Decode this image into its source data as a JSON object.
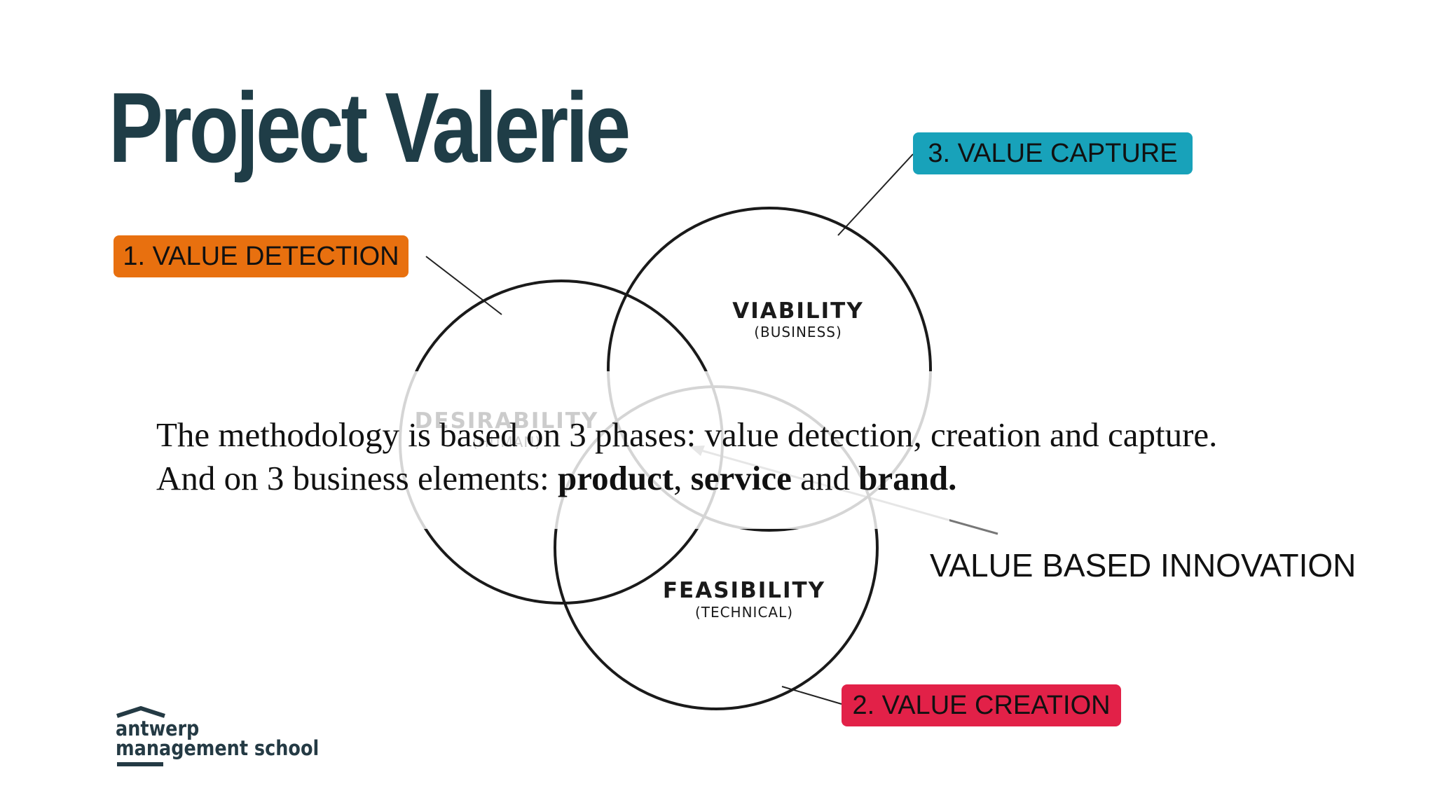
{
  "slide": {
    "title": "Project Valerie",
    "phases": {
      "detection": {
        "label": "1. VALUE DETECTION",
        "color": "#e8700f"
      },
      "creation": {
        "label": "2. VALUE CREATION",
        "color": "#e22148"
      },
      "capture": {
        "label": "3. VALUE CAPTURE",
        "color": "#18a2ba"
      }
    },
    "venn": {
      "viability": {
        "title": "VIABILITY",
        "subtitle": "(BUSINESS)"
      },
      "desirability": {
        "title": "DESIRABILITY",
        "subtitle": "(HUMAN)"
      },
      "feasibility": {
        "title": "FEASIBILITY",
        "subtitle": "(TECHNICAL)"
      }
    },
    "center_label": "VALUE BASED INNOVATION",
    "body": {
      "line1": "The methodology is based on 3 phases: value detection, creation and capture.",
      "line2_prefix": "And on 3 business elements: ",
      "product": "product",
      "comma": ", ",
      "service": "service",
      "and": " and ",
      "brand": "brand."
    },
    "logo": {
      "line1": "antwerp",
      "line2": "management school"
    }
  }
}
